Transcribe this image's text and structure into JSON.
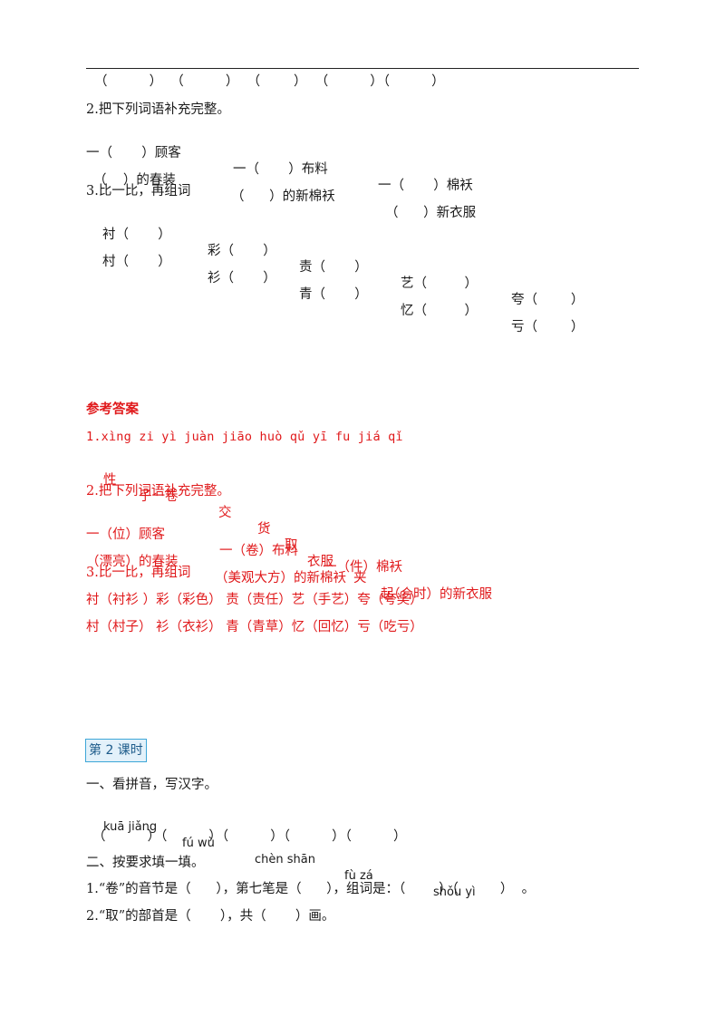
{
  "exercise": {
    "blank_row": "（          ）  （          ）  （        ）  （          ）（          ）",
    "q2_title": "2.把下列词语补充完整。",
    "q2_row1": [
      "一（       ）顾客",
      "一（       ）布料",
      "一（       ）棉袄"
    ],
    "q2_row2": [
      "（    ）的春装",
      "（      ）的新棉袄",
      "（      ）新衣服"
    ],
    "q3_title": "3.比一比，再组词",
    "q3_row1": [
      "衬（       ）",
      "彩（       ）",
      "责（       ）",
      "艺（         ）",
      "夸（        ）"
    ],
    "q3_row2": [
      "村（       ）",
      "衫（       ）",
      "青（       ）",
      "忆（         ）",
      "亏（        ）"
    ]
  },
  "answers": {
    "heading": "参考答案",
    "a1_pinyin": "1.xìng zi yì juàn jiāo huò qǔ yī fu jiá qǐ",
    "a1_chars": [
      "性",
      "子一卷",
      "交",
      "货",
      "取",
      "衣服",
      "夹",
      "起"
    ],
    "a2_title": "2.把下列词语补充完整。",
    "a2_row1": [
      "一（位）顾客",
      "一（卷）布料",
      "一（件）棉袄"
    ],
    "a2_row2": [
      "（漂亮）的春装",
      "（美观大方）的新棉袄",
      "（合时）的新衣服"
    ],
    "a3_title": "3.比一比，再组词",
    "a3_row1": "衬（衬衫 ）彩（彩色） 责（责任）艺（手艺）夸（夸奖）",
    "a3_row2": "村（村子） 衫（衣衫） 青（青草）忆（回忆）亏（吃亏）"
  },
  "lesson2": {
    "section_label": "第 2 课时",
    "part1_title": "一、看拼音，写汉字。",
    "pinyin": [
      "kuā jiǎng",
      "fú wù",
      "chèn shān",
      "fù zá",
      "shǒu yì"
    ],
    "blank_row": "（          ）（          ）（          ）（          ）（          ）",
    "part2_title": "二、按要求填一填。",
    "q1": "1.“卷”的音节是（      ），第七笔是（      ），组词是：（        ）（          ）  。",
    "q2": "2.“取”的部首是（       ），共（       ）画。"
  },
  "colors": {
    "answer_red": "#e0191b",
    "section_box_border": "#3da6d8",
    "section_box_fill": "#e3f1fa"
  }
}
